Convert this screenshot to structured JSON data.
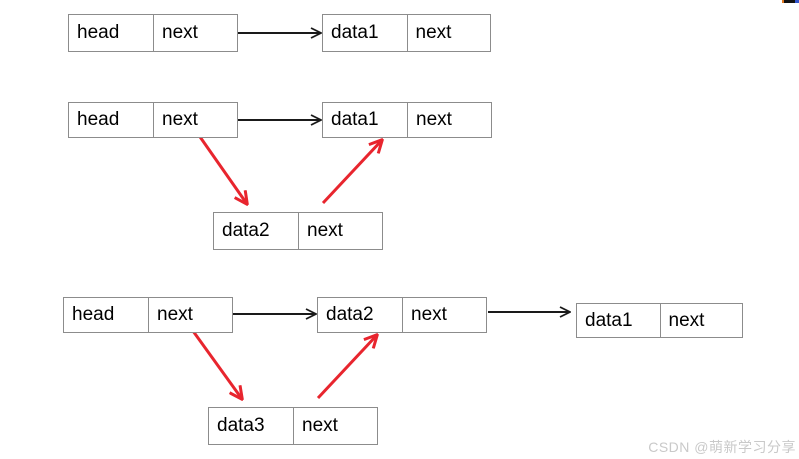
{
  "watermark": {
    "text": "CSDN @萌新学习分享"
  },
  "colors": {
    "black_arrow": "#1a1a1a",
    "red_arrow": "#e8252e",
    "box_border": "#8c8c8c",
    "watermark_text": "#c9c9c9"
  },
  "steps": [
    {
      "name": "step-1-initial-list",
      "nodes": [
        {
          "id": "head",
          "cells": [
            "head",
            "next"
          ]
        },
        {
          "id": "data1",
          "cells": [
            "data1",
            "next"
          ]
        }
      ],
      "links": [
        {
          "from": "head.next",
          "to": "data1",
          "color": "black"
        }
      ]
    },
    {
      "name": "step-2-head-insert-data2",
      "nodes": [
        {
          "id": "head",
          "cells": [
            "head",
            "next"
          ]
        },
        {
          "id": "data1",
          "cells": [
            "data1",
            "next"
          ]
        },
        {
          "id": "data2",
          "cells": [
            "data2",
            "next"
          ]
        }
      ],
      "links": [
        {
          "from": "head.next",
          "to": "data1",
          "color": "black"
        },
        {
          "from": "head.next",
          "to": "data2",
          "color": "red"
        },
        {
          "from": "data2.next",
          "to": "data1",
          "color": "red"
        }
      ]
    },
    {
      "name": "step-3-head-insert-data3",
      "nodes": [
        {
          "id": "head",
          "cells": [
            "head",
            "next"
          ]
        },
        {
          "id": "data2",
          "cells": [
            "data2",
            "next"
          ]
        },
        {
          "id": "data1",
          "cells": [
            "data1",
            "next"
          ]
        },
        {
          "id": "data3",
          "cells": [
            "data3",
            "next"
          ]
        }
      ],
      "links": [
        {
          "from": "head.next",
          "to": "data2",
          "color": "black"
        },
        {
          "from": "data2.next",
          "to": "data1",
          "color": "black"
        },
        {
          "from": "head.next",
          "to": "data3",
          "color": "red"
        },
        {
          "from": "data3.next",
          "to": "data2",
          "color": "red"
        }
      ]
    }
  ]
}
